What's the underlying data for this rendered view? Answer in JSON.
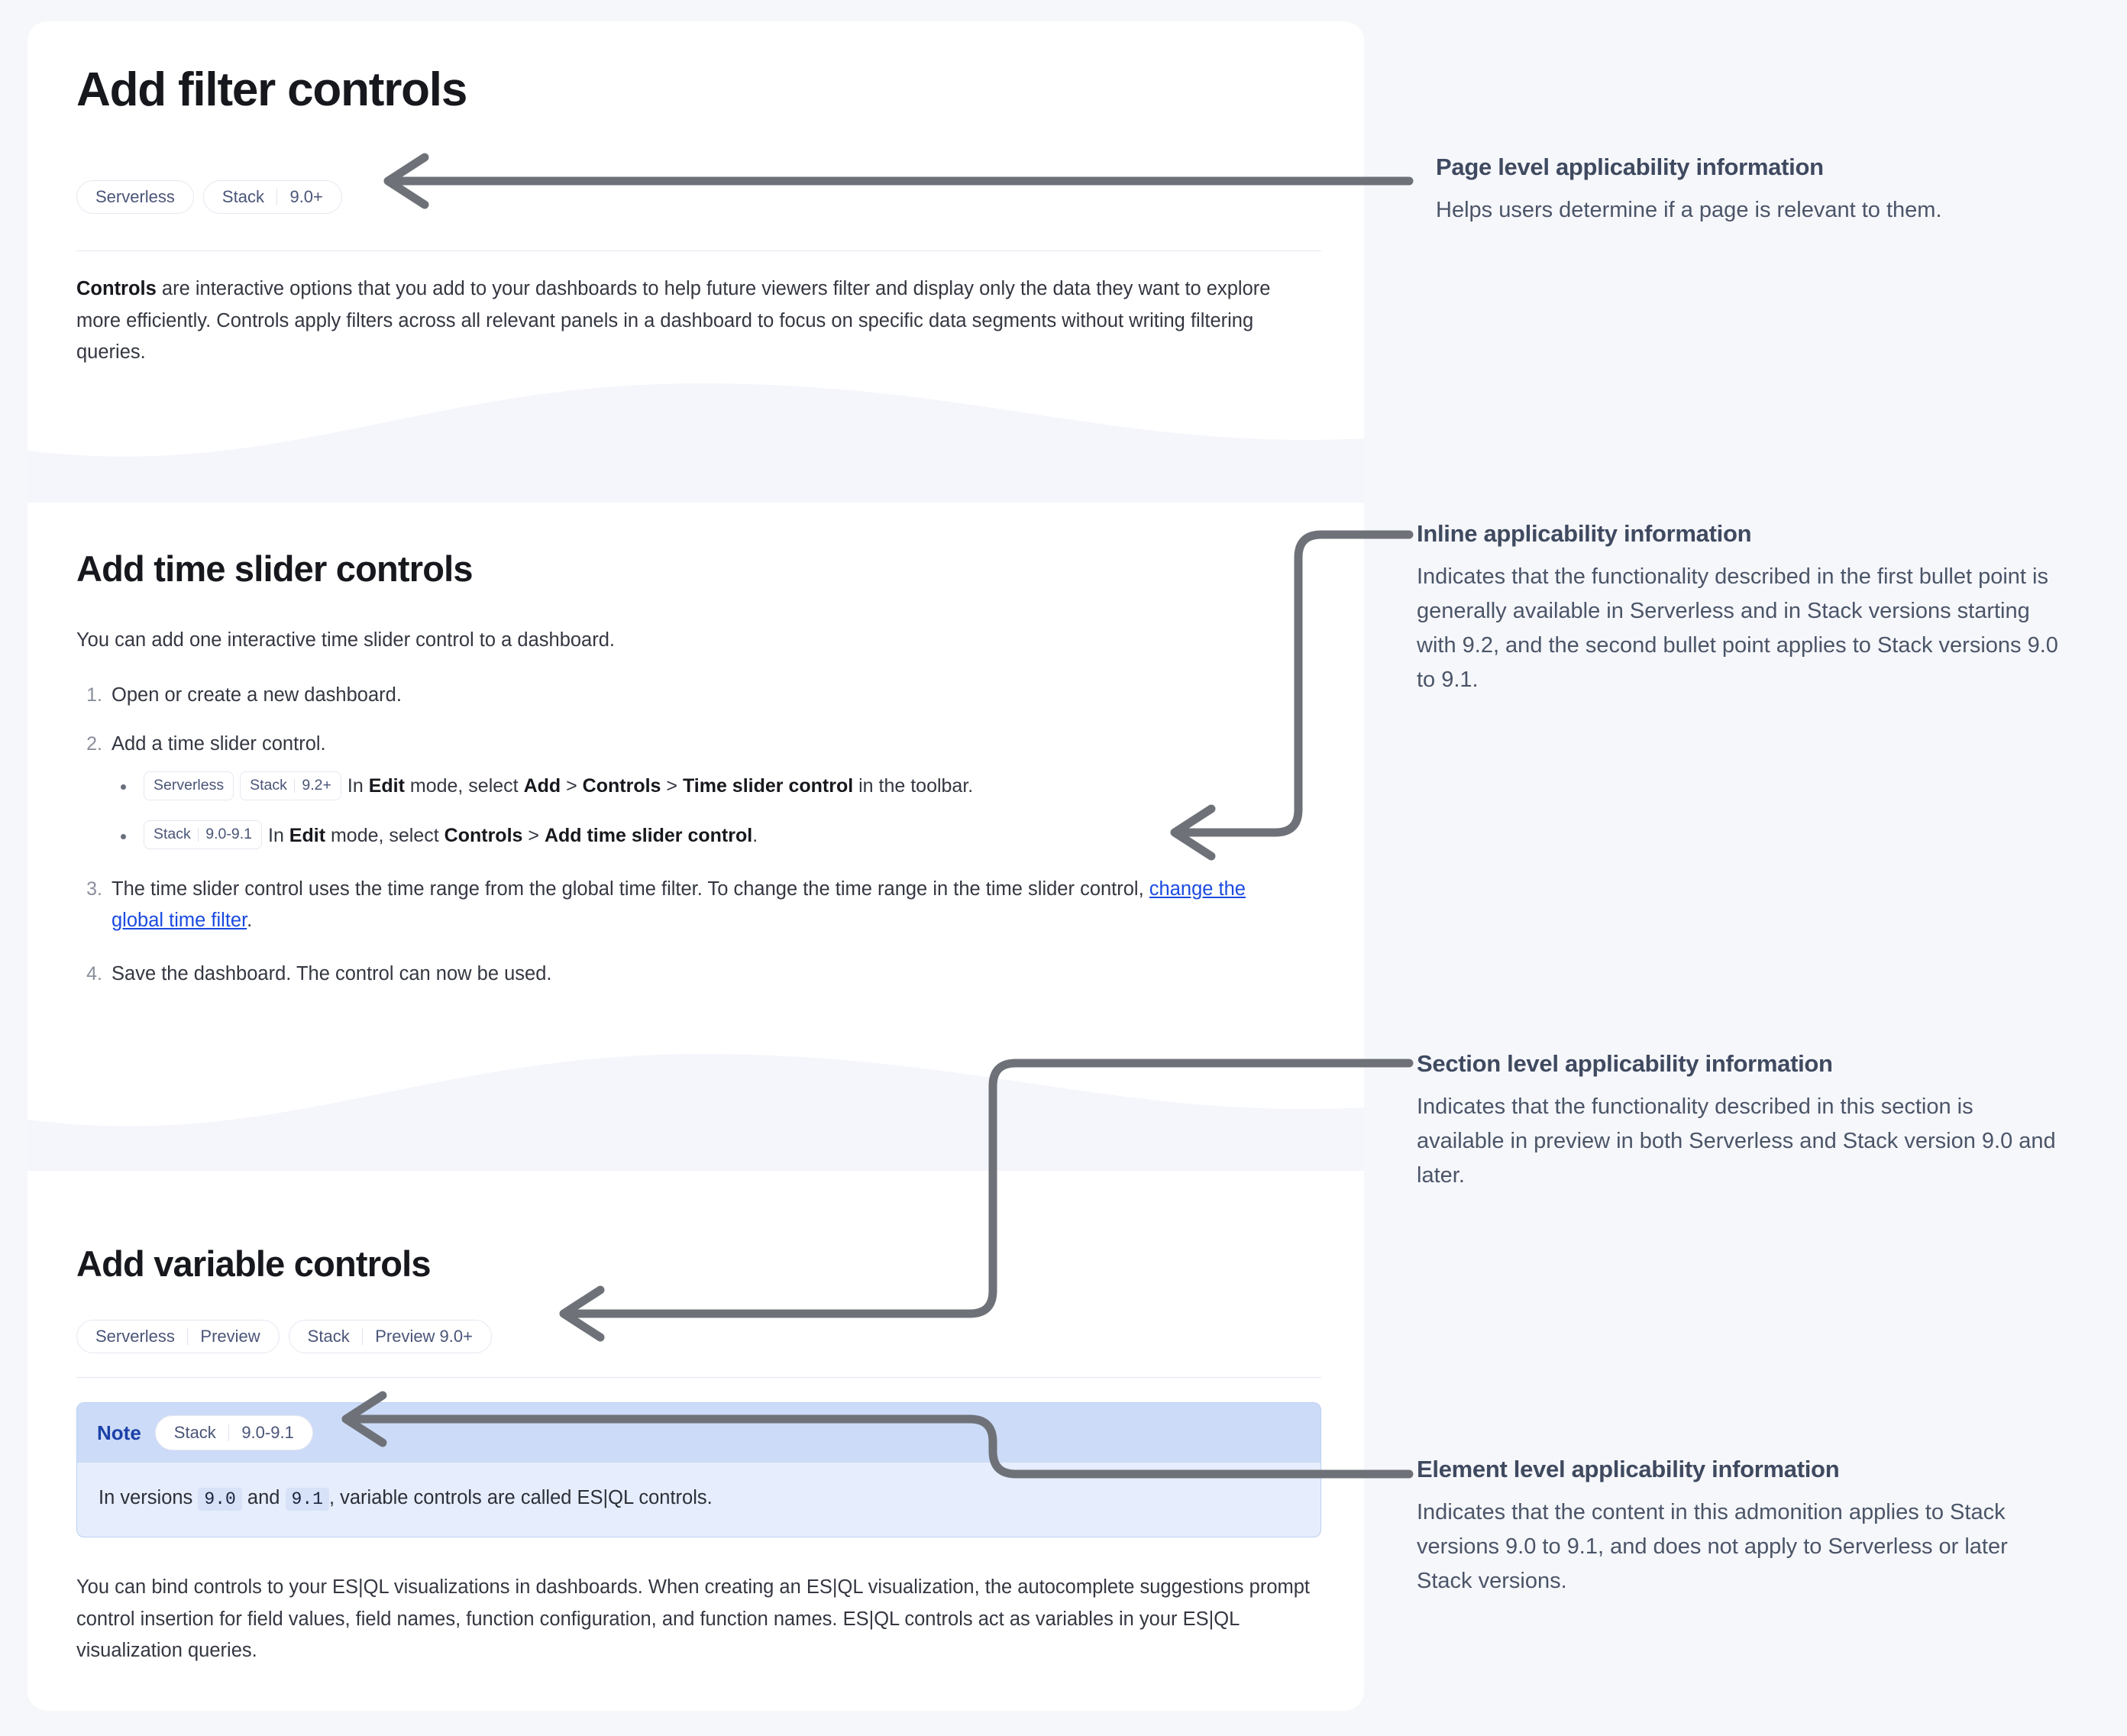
{
  "theme": {
    "page_background": "#f6f7fb",
    "card_background": "#ffffff",
    "heading_color": "#16181d",
    "body_color": "#343741",
    "pill_text": "#4a5578",
    "pill_border": "#e6e8f1",
    "link_color": "#1a4ae0",
    "note_header_bg": "#ccdbf7",
    "note_body_bg": "#e6edfc",
    "note_border": "#bcd0f2",
    "note_label_color": "#1b41a8",
    "annotation_heading": "#3f4a60",
    "annotation_body": "#4b5568",
    "connector_color": "#6e7278"
  },
  "document": {
    "page_title": "Add filter controls",
    "page_applicability": [
      {
        "name": "page-applicability-serverless",
        "segments": [
          "Serverless"
        ]
      },
      {
        "name": "page-applicability-stack",
        "segments": [
          "Stack",
          "9.0+"
        ]
      }
    ],
    "intro": {
      "lead": "Controls",
      "rest": " are interactive options that you add to your dashboards to help future viewers filter and display only the data they want to explore more efficiently. Controls apply filters across all relevant panels in a dashboard to focus on specific data segments without writing filtering queries."
    },
    "section_time_slider": {
      "title": "Add time slider controls",
      "intro": "You can add one interactive time slider control to a dashboard.",
      "steps": [
        {
          "num": "1.",
          "text": "Open or create a new dashboard."
        },
        {
          "num": "2.",
          "text": "Add a time slider control."
        },
        {
          "num": "3.",
          "text": "The time slider control uses the time range from the global time filter. To change the time range in the time slider control, ",
          "link": "change the global time filter",
          "tail": "."
        },
        {
          "num": "4.",
          "text": "Save the dashboard. The control can now be used."
        }
      ],
      "bullets": [
        {
          "badges": [
            {
              "segments": [
                "Serverless"
              ]
            },
            {
              "segments": [
                "Stack",
                "9.2+"
              ]
            }
          ],
          "parts": [
            {
              "t": "In ",
              "b": false
            },
            {
              "t": "Edit",
              "b": true
            },
            {
              "t": " mode, select ",
              "b": false
            },
            {
              "t": "Add",
              "b": true
            },
            {
              "t": " > ",
              "b": false
            },
            {
              "t": "Controls",
              "b": true
            },
            {
              "t": " > ",
              "b": false
            },
            {
              "t": "Time slider control",
              "b": true
            },
            {
              "t": " in the toolbar.",
              "b": false
            }
          ]
        },
        {
          "badges": [
            {
              "segments": [
                "Stack",
                "9.0-9.1"
              ]
            }
          ],
          "parts": [
            {
              "t": "In ",
              "b": false
            },
            {
              "t": "Edit",
              "b": true
            },
            {
              "t": " mode, select ",
              "b": false
            },
            {
              "t": "Controls",
              "b": true
            },
            {
              "t": " > ",
              "b": false
            },
            {
              "t": "Add time slider control",
              "b": true
            },
            {
              "t": ".",
              "b": false
            }
          ]
        }
      ]
    },
    "section_variable": {
      "title": "Add variable controls",
      "applicability": [
        {
          "name": "section-applicability-serverless",
          "segments": [
            "Serverless",
            "Preview"
          ]
        },
        {
          "name": "section-applicability-stack",
          "segments": [
            "Stack",
            "Preview 9.0+"
          ]
        }
      ],
      "note": {
        "label": "Note",
        "badge": {
          "segments": [
            "Stack",
            "9.0-9.1"
          ]
        },
        "body_pre": "In versions ",
        "code_1": "9.0",
        "body_mid": " and ",
        "code_2": "9.1",
        "body_post": ", variable controls are called ES|QL controls."
      },
      "body": "You can bind controls to your ES|QL visualizations in dashboards. When creating an ES|QL visualization, the autocomplete suggestions prompt control insertion for field values, field names, function configuration, and function names. ES|QL controls act as variables in your ES|QL visualization queries."
    }
  },
  "annotations": [
    {
      "id": "page-level",
      "heading": "Page level applicability information",
      "body": "Helps users determine if a page is relevant to them."
    },
    {
      "id": "inline",
      "heading": "Inline applicability information",
      "body": "Indicates that the functionality described in the first bullet point is generally available in Serverless and in Stack versions starting with 9.2, and the second bullet point applies to Stack versions 9.0 to 9.1."
    },
    {
      "id": "section-level",
      "heading": "Section level applicability information",
      "body": "Indicates that the functionality described in this section is available in preview in both Serverless and Stack version 9.0 and later."
    },
    {
      "id": "element-level",
      "heading": "Element level applicability information",
      "body": "Indicates that the content in this admonition applies to Stack versions 9.0 to 9.1, and does not apply to Serverless or later Stack versions."
    }
  ]
}
